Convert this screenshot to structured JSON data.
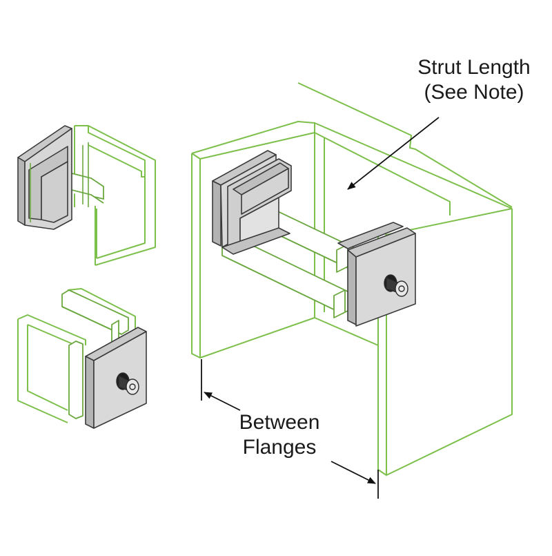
{
  "labels": {
    "strut_length_line1": "Strut Length",
    "strut_length_line2": "(See Note)",
    "between_flanges_line1": "Between",
    "between_flanges_line2": "Flanges"
  },
  "colors": {
    "outline_green": "#7cbf4a",
    "part_fill": "#d6d6d6",
    "part_fill_dark": "#bdbdbd",
    "part_outline": "#3a3a3a",
    "text": "#1a1a1a",
    "background": "#ffffff"
  },
  "icons": {
    "bolt": "hex-bolt-icon"
  }
}
